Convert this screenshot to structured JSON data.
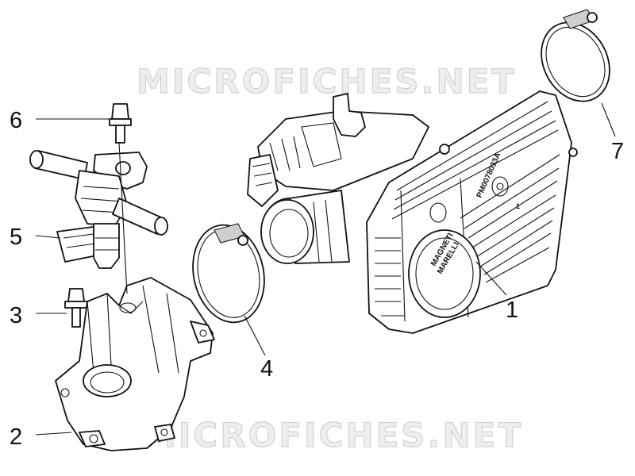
{
  "watermark": "MICROFICHES.NET",
  "callouts": [
    {
      "id": "1",
      "label": "1"
    },
    {
      "id": "2",
      "label": "2"
    },
    {
      "id": "3",
      "label": "3"
    },
    {
      "id": "4",
      "label": "4"
    },
    {
      "id": "5",
      "label": "5"
    },
    {
      "id": "6",
      "label": "6"
    },
    {
      "id": "7",
      "label": "7"
    }
  ],
  "markings": {
    "part_code": "PM0078033A",
    "brand_line1": "MAGNETI",
    "brand_line2": "MARELLI",
    "sensor_label": "1"
  },
  "icons": [
    "throttle-body",
    "intake-manifold",
    "screw",
    "hose-clamp",
    "fuel-injector",
    "injector-bracket"
  ]
}
